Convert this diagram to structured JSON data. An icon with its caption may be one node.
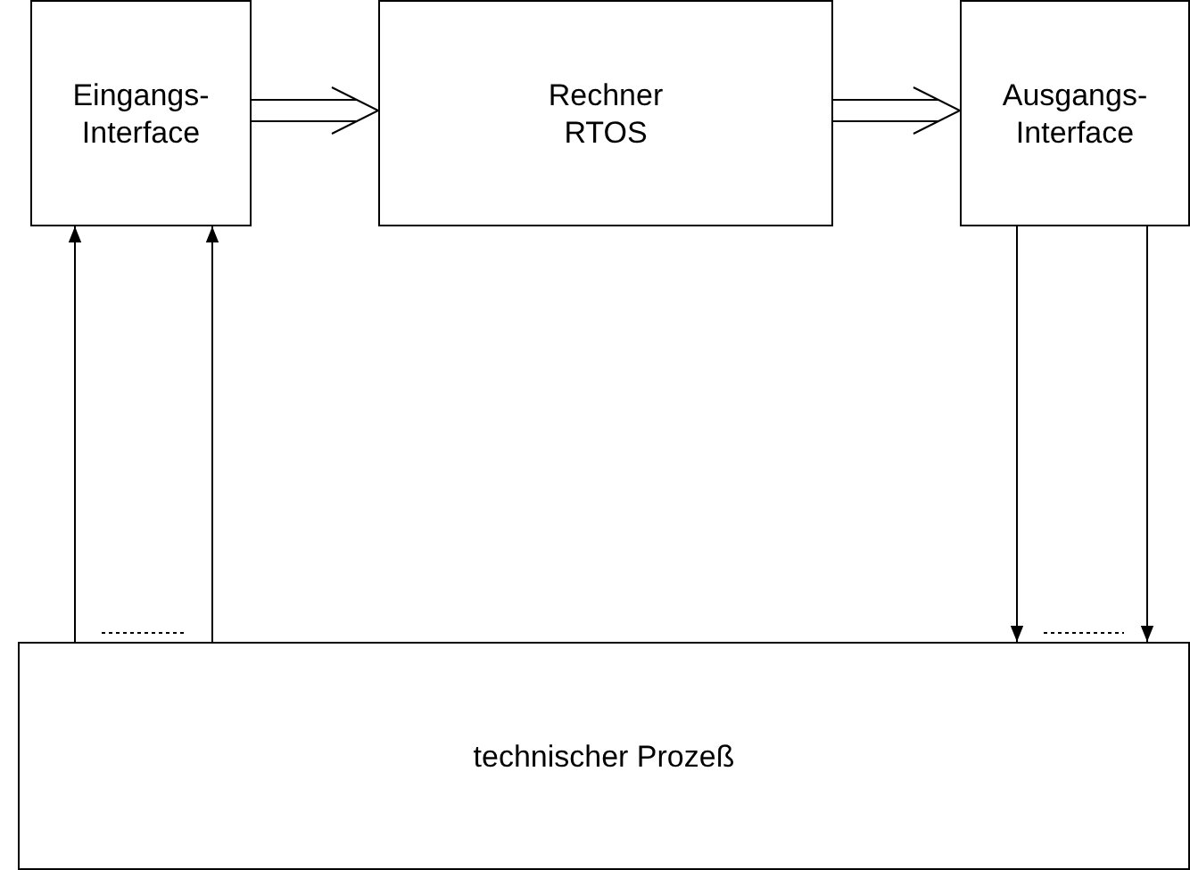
{
  "diagram": {
    "nodes": [
      {
        "text": [
          "Eingangs- Interface"
        ]
      },
      {
        "text": [
          "Rechner RTOS"
        ]
      },
      {
        "text": [
          "Ausgangs- Interface"
        ]
      },
      {
        "text": [
          "technischer Prozeß"
        ]
      }
    ],
    "edges": [
      {
        "from": 0,
        "to": 1,
        "arrow": "to"
      },
      {
        "from": 1,
        "to": 2,
        "arrow": "to"
      },
      {
        "from": 3,
        "to": 0,
        "arrow": "to"
      },
      {
        "from": 3,
        "to": 0,
        "arrow": "to"
      },
      {
        "from": 2,
        "to": 3,
        "arrow": "to"
      },
      {
        "from": 2,
        "to": 3,
        "arrow": "to"
      }
    ]
  }
}
